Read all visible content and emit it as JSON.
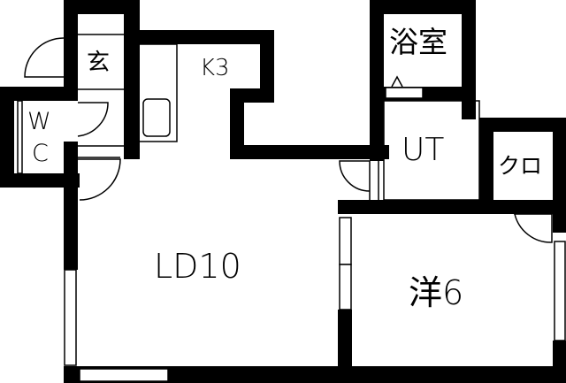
{
  "floor_plan": {
    "rooms": [
      {
        "id": "entrance",
        "label": "玄"
      },
      {
        "id": "kitchen",
        "label": "K3"
      },
      {
        "id": "wc",
        "label_top": "W",
        "label_bottom": "C"
      },
      {
        "id": "bathroom",
        "label": "浴室"
      },
      {
        "id": "utility",
        "label": "UT"
      },
      {
        "id": "closet",
        "label": "クロ"
      },
      {
        "id": "living-dining",
        "label": "LD10"
      },
      {
        "id": "western-room",
        "label": "洋6"
      }
    ],
    "colors": {
      "wall": "#000000",
      "background": "#ffffff"
    }
  }
}
